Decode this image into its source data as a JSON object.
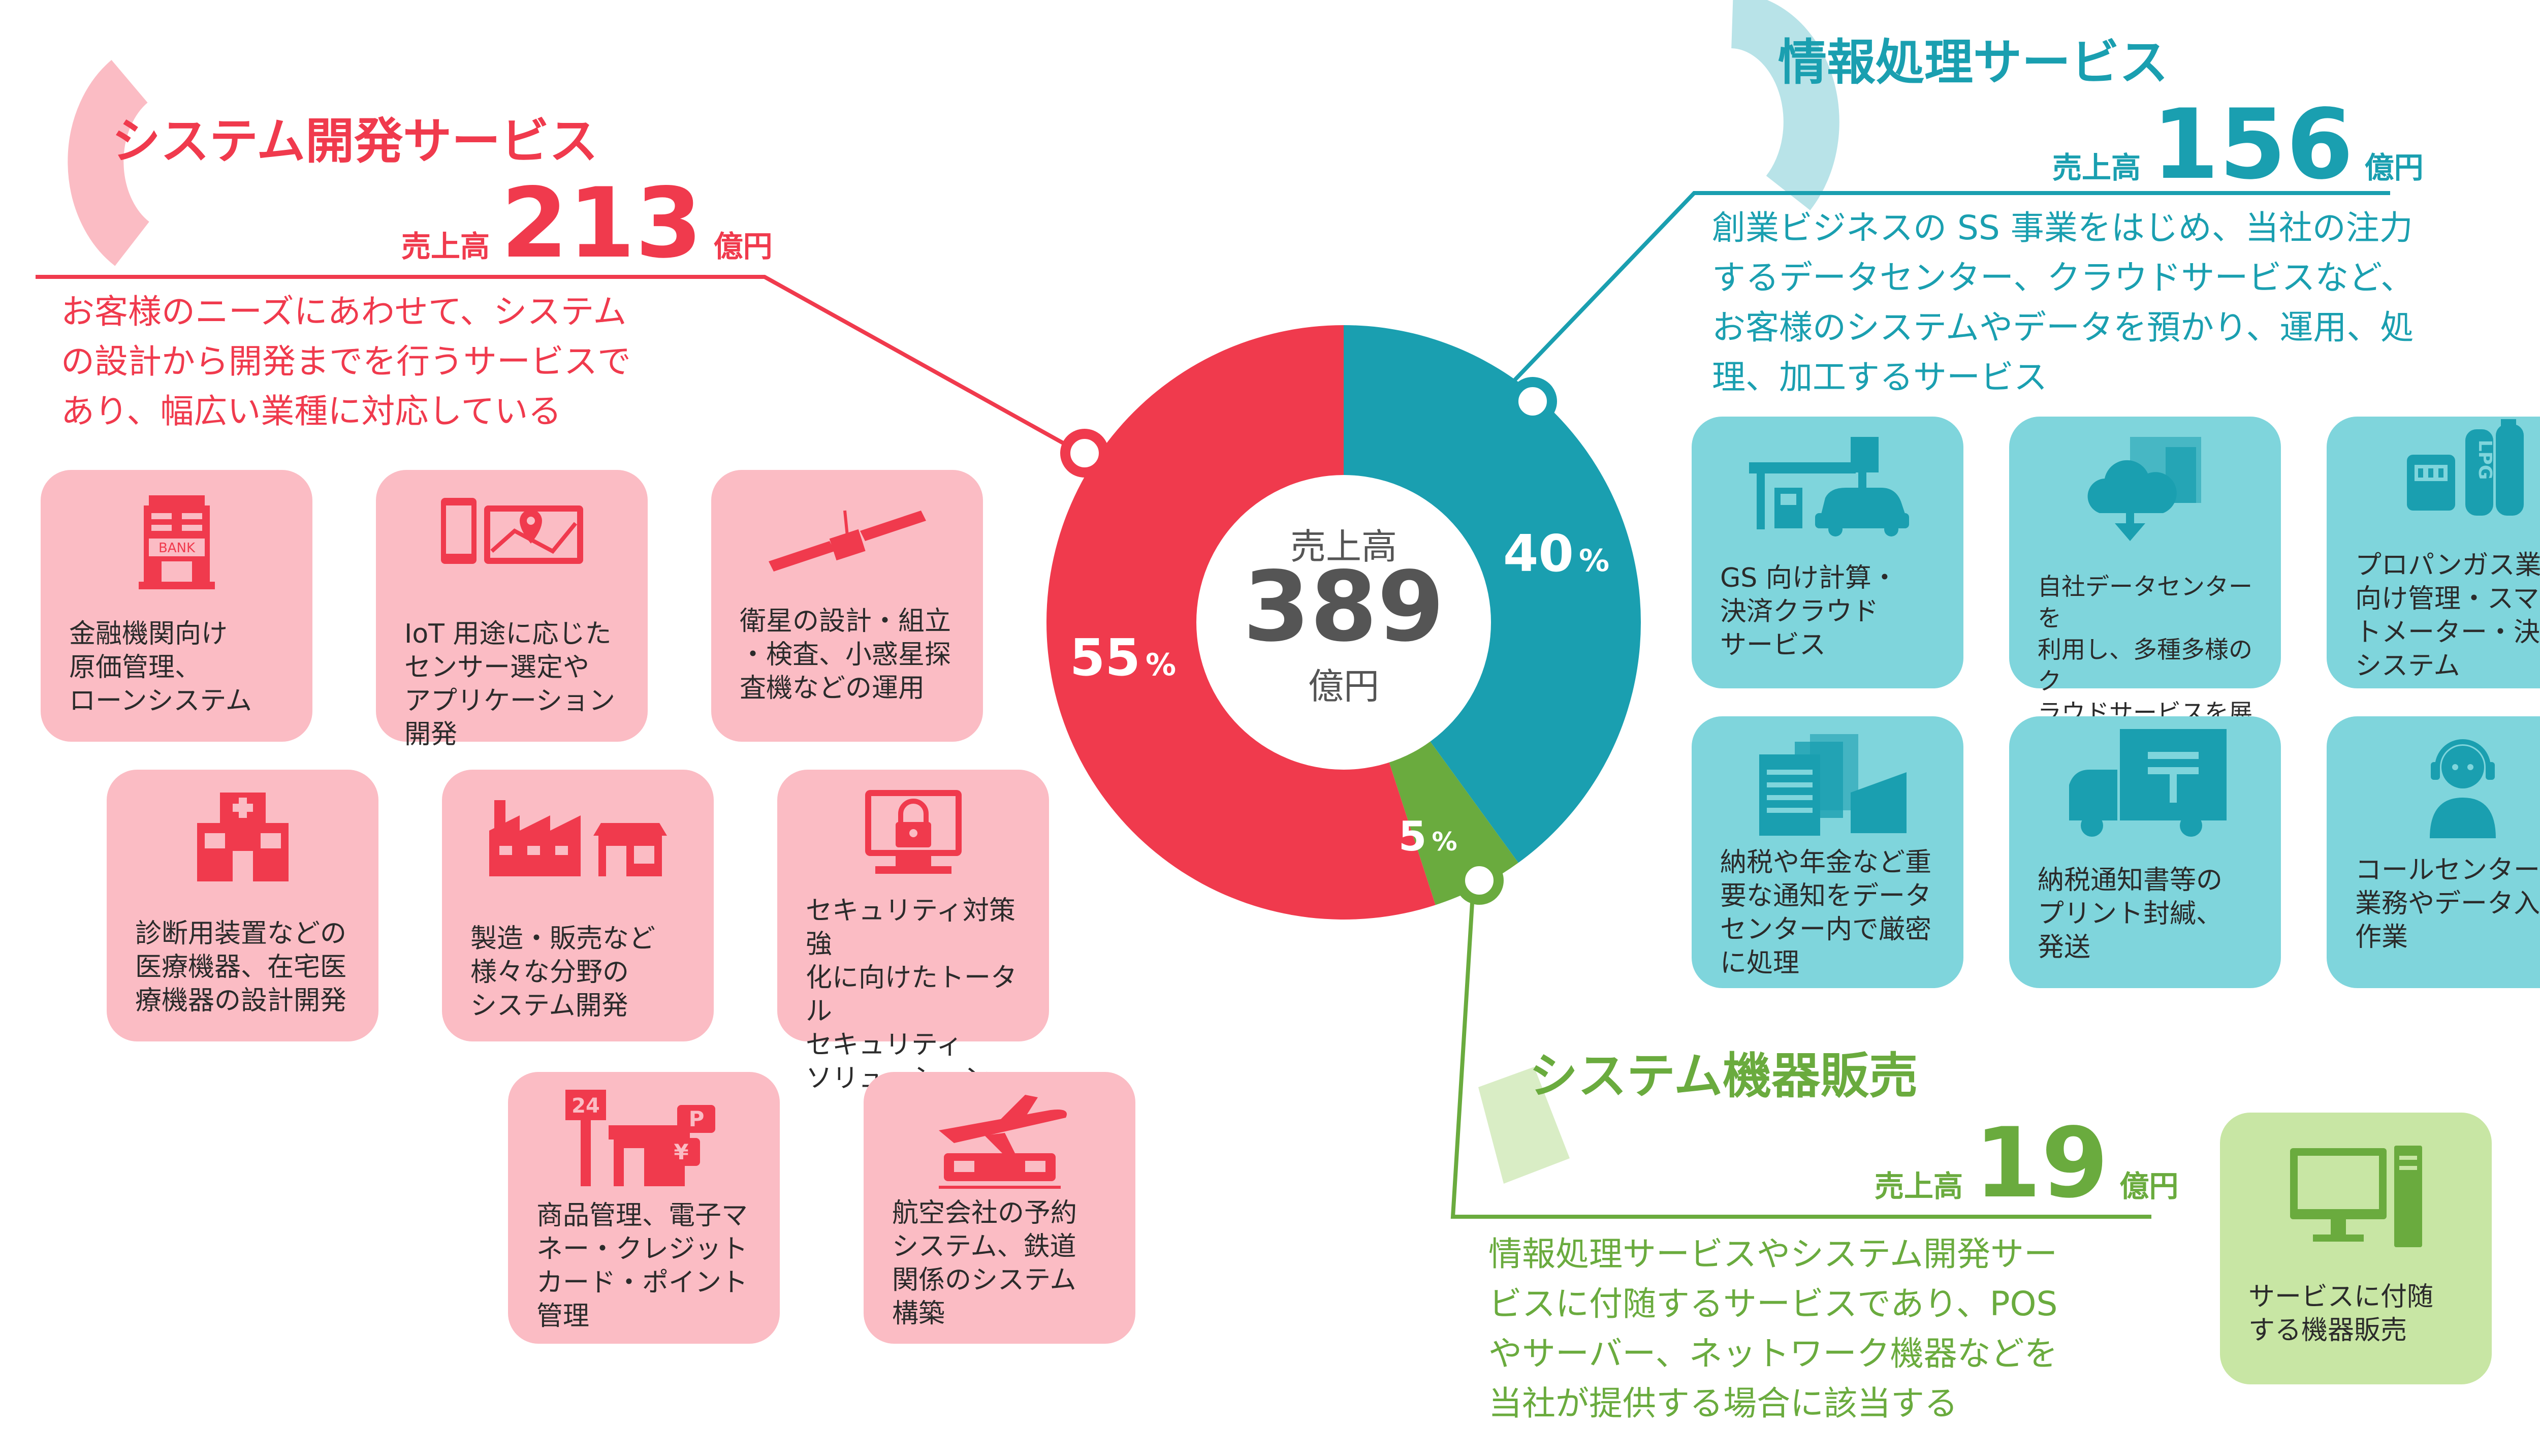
{
  "chart_data": {
    "type": "pie",
    "title": "",
    "center": {
      "label": "売上高",
      "value": "389",
      "unit": "億円"
    },
    "slices": [
      {
        "label": "情報処理サービス",
        "value": 40,
        "pct_text": "40",
        "color": "#1a9fb0"
      },
      {
        "label": "システム機器販売",
        "value": 5,
        "pct_text": "5",
        "color": "#6aab3e"
      },
      {
        "label": "システム開発サービス",
        "value": 55,
        "pct_text": "55",
        "color": "#f03a4d"
      }
    ],
    "pct_sign": "%"
  },
  "segments": {
    "system_dev": {
      "title": "システム開発サービス",
      "sales_label": "売上高",
      "sales_value": "213",
      "sales_unit": "億円",
      "description": [
        "お客様のニーズにあわせて、システム",
        "の設計から開発までを行うサービスで",
        "あり、幅広い業種に対応している"
      ],
      "color": "#f03a4d",
      "cards": [
        {
          "icon": "bank-icon",
          "bank_text": "BANK",
          "lines": [
            "金融機関向け",
            "原価管理、",
            "ローンシステム"
          ]
        },
        {
          "icon": "iot-device-icon",
          "lines": [
            "IoT 用途に応じた",
            "センサー選定や",
            "アプリケーション",
            "開発"
          ]
        },
        {
          "icon": "satellite-icon",
          "lines": [
            "衛星の設計・組立",
            "・検査、小惑星探",
            "査機などの運用"
          ]
        },
        {
          "icon": "hospital-icon",
          "lines": [
            "診断用装置などの",
            "医療機器、在宅医",
            "療機器の設計開発"
          ]
        },
        {
          "icon": "factory-shop-icon",
          "lines": [
            "製造・販売など",
            "様々な分野の",
            "システム開発"
          ]
        },
        {
          "icon": "security-lock-icon",
          "lines": [
            "セキュリティ対策強",
            "化に向けたトータル",
            "セキュリティ",
            "ソリューション"
          ]
        },
        {
          "icon": "store-payment-icon",
          "badge_24": "24",
          "badge_p": "P",
          "badge_yen": "¥",
          "lines": [
            "商品管理、電子マ",
            "ネー・クレジット",
            "カード・ポイント",
            "管理"
          ]
        },
        {
          "icon": "airplane-train-icon",
          "lines": [
            "航空会社の予約",
            "システム、鉄道",
            "関係のシステム",
            "構築"
          ]
        }
      ]
    },
    "info_processing": {
      "title": "情報処理サービス",
      "sales_label": "売上高",
      "sales_value": "156",
      "sales_unit": "億円",
      "description": [
        "創業ビジネスの SS 事業をはじめ、当社の注力",
        "するデータセンター、クラウドサービスなど、",
        "お客様のシステムやデータを預かり、運用、処",
        "理、加工するサービス"
      ],
      "color": "#1a9fb0",
      "cards": [
        {
          "icon": "gas-station-icon",
          "lines": [
            "GS 向け計算・",
            "決済クラウド",
            "サービス"
          ]
        },
        {
          "icon": "cloud-datacenter-icon",
          "lines": [
            "自社データセンターを",
            "利用し、多種多様のク",
            "ラウドサービスを展開"
          ]
        },
        {
          "icon": "lpg-meter-icon",
          "lpg_text": "LPG",
          "lines": [
            "プロパンガス業者",
            "向け管理・スマー",
            "トメーター・決裁",
            "システム"
          ]
        },
        {
          "icon": "documents-building-icon",
          "lines": [
            "納税や年金など重",
            "要な通知をデータ",
            "センター内で厳密",
            "に処理"
          ]
        },
        {
          "icon": "postal-truck-icon",
          "lines": [
            "納税通知書等の",
            "プリント封緘、",
            "発送"
          ]
        },
        {
          "icon": "call-center-icon",
          "lines": [
            "コールセンター",
            "業務やデータ入力",
            "作業"
          ]
        }
      ]
    },
    "equipment": {
      "title": "システム機器販売",
      "sales_label": "売上高",
      "sales_value": "19",
      "sales_unit": "億円",
      "description": [
        "情報処理サービスやシステム開発サー",
        "ビスに付随するサービスであり、POS",
        "やサーバー、ネットワーク機器などを",
        "当社が提供する場合に該当する"
      ],
      "color": "#6aab3e",
      "cards": [
        {
          "icon": "desktop-pc-icon",
          "lines": [
            "サービスに付随",
            "する機器販売"
          ]
        }
      ]
    }
  }
}
